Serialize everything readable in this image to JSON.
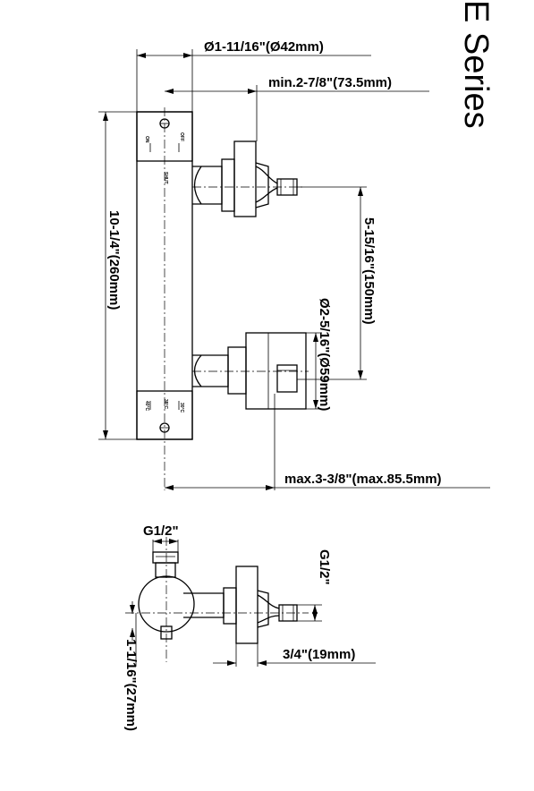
{
  "series_title": "E Series",
  "dimensions": {
    "width_diameter": "Ø1-11/16\"(Ø42mm)",
    "min_depth": "min.2-7/8\"(73.5mm)",
    "height": "10-1/4\"(260mm)",
    "inlet_spacing": "5-15/16\"(150mm)",
    "knob_diameter": "Ø2-5/16\"(Ø59mm)",
    "max_depth": "max.3-3/8\"(max.85.5mm)",
    "top_thread": "G1/2\"",
    "side_thread": "G1/2\"",
    "flange": "3/4\"(19mm)",
    "offset": "1-1/16\"(27mm)"
  },
  "body_markings": {
    "top_left": "ON",
    "top_right": "OFF",
    "top_center": "SHUT",
    "bottom_left": "40°C",
    "bottom_center": "38°C",
    "bottom_right": "30°C"
  }
}
